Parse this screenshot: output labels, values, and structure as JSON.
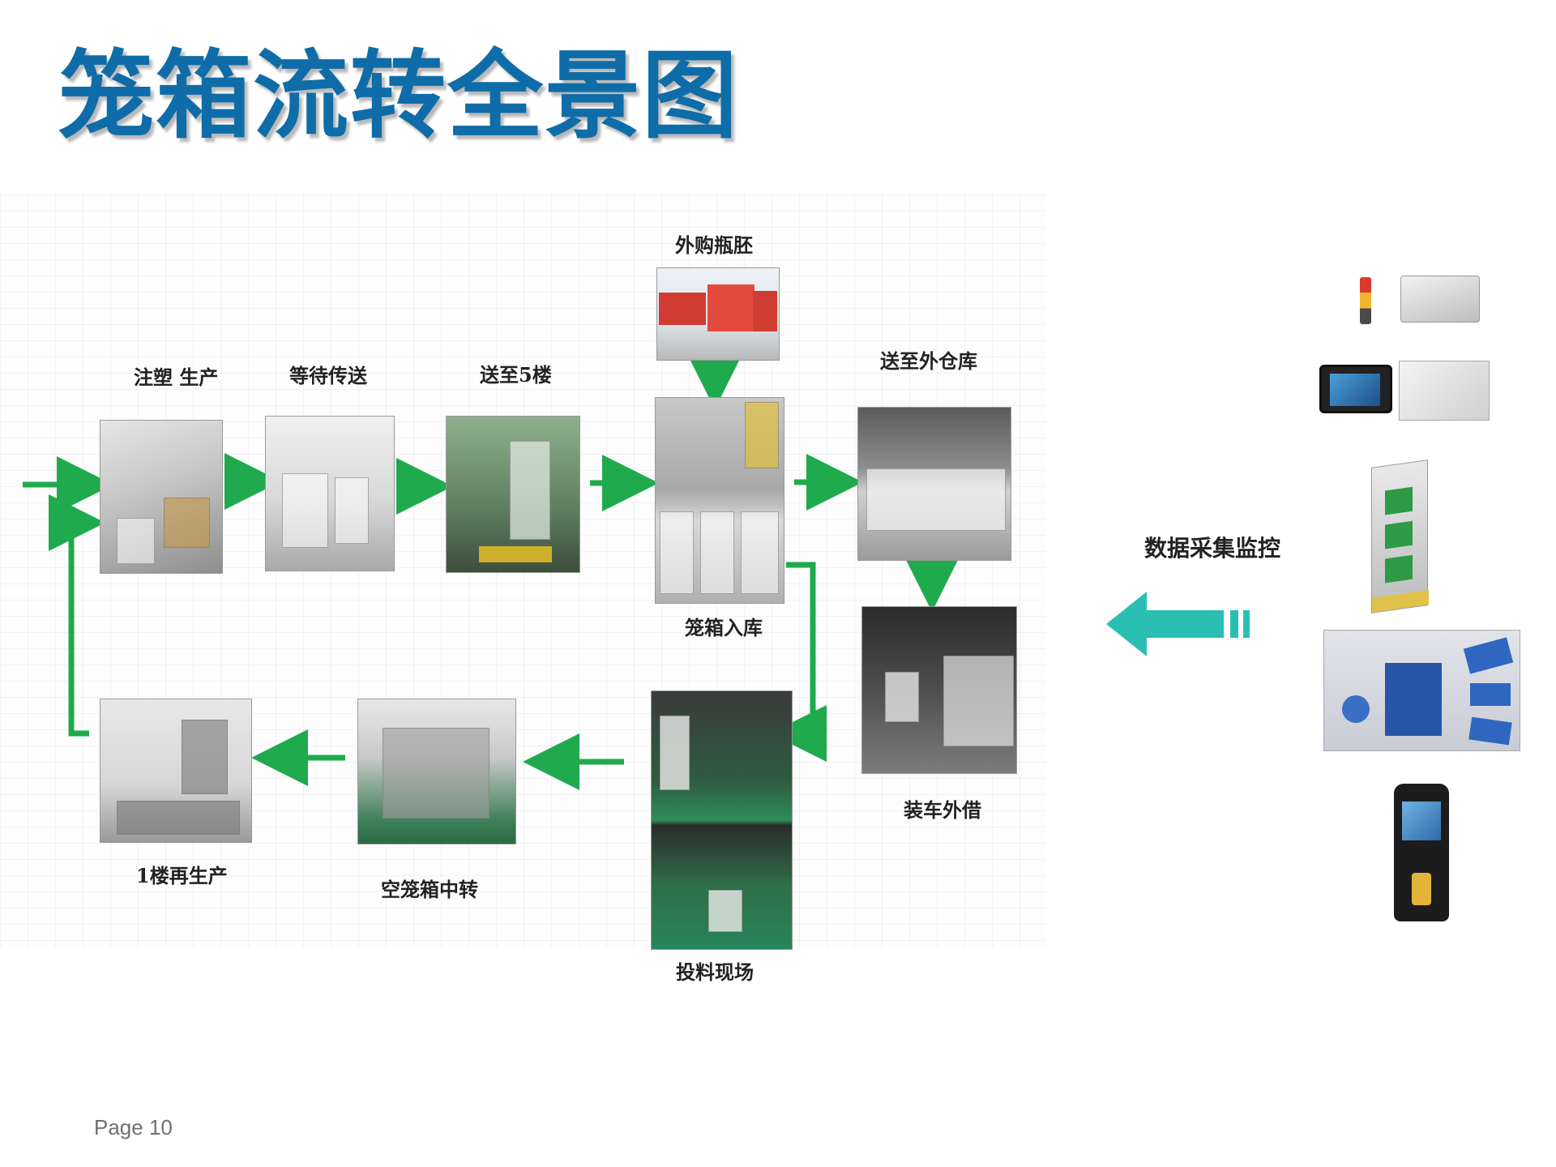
{
  "slide": {
    "title": "笼箱流转全景图",
    "page_label": "Page 10",
    "title_color": "#0e6da8"
  },
  "flow": {
    "steps": {
      "injection": "注塑 生产",
      "waiting": "等待传送",
      "to_5f": "送至5楼",
      "purchased": "外购瓶胚",
      "storage": "笼箱入库",
      "outer_warehouse": "送至外仓库",
      "loading": "装车外借",
      "feeding": "投料现场",
      "empty_transfer": "空笼箱中转",
      "reproduce": "1楼再生产"
    },
    "arrow_color": "#1faa4d"
  },
  "monitoring": {
    "label": "数据采集监控",
    "arrow_color": "#2bbfb3",
    "devices": [
      "signal-light-and-reader",
      "tablet-and-antenna",
      "rfid-gate",
      "rfid-tags",
      "handheld-terminal"
    ]
  }
}
